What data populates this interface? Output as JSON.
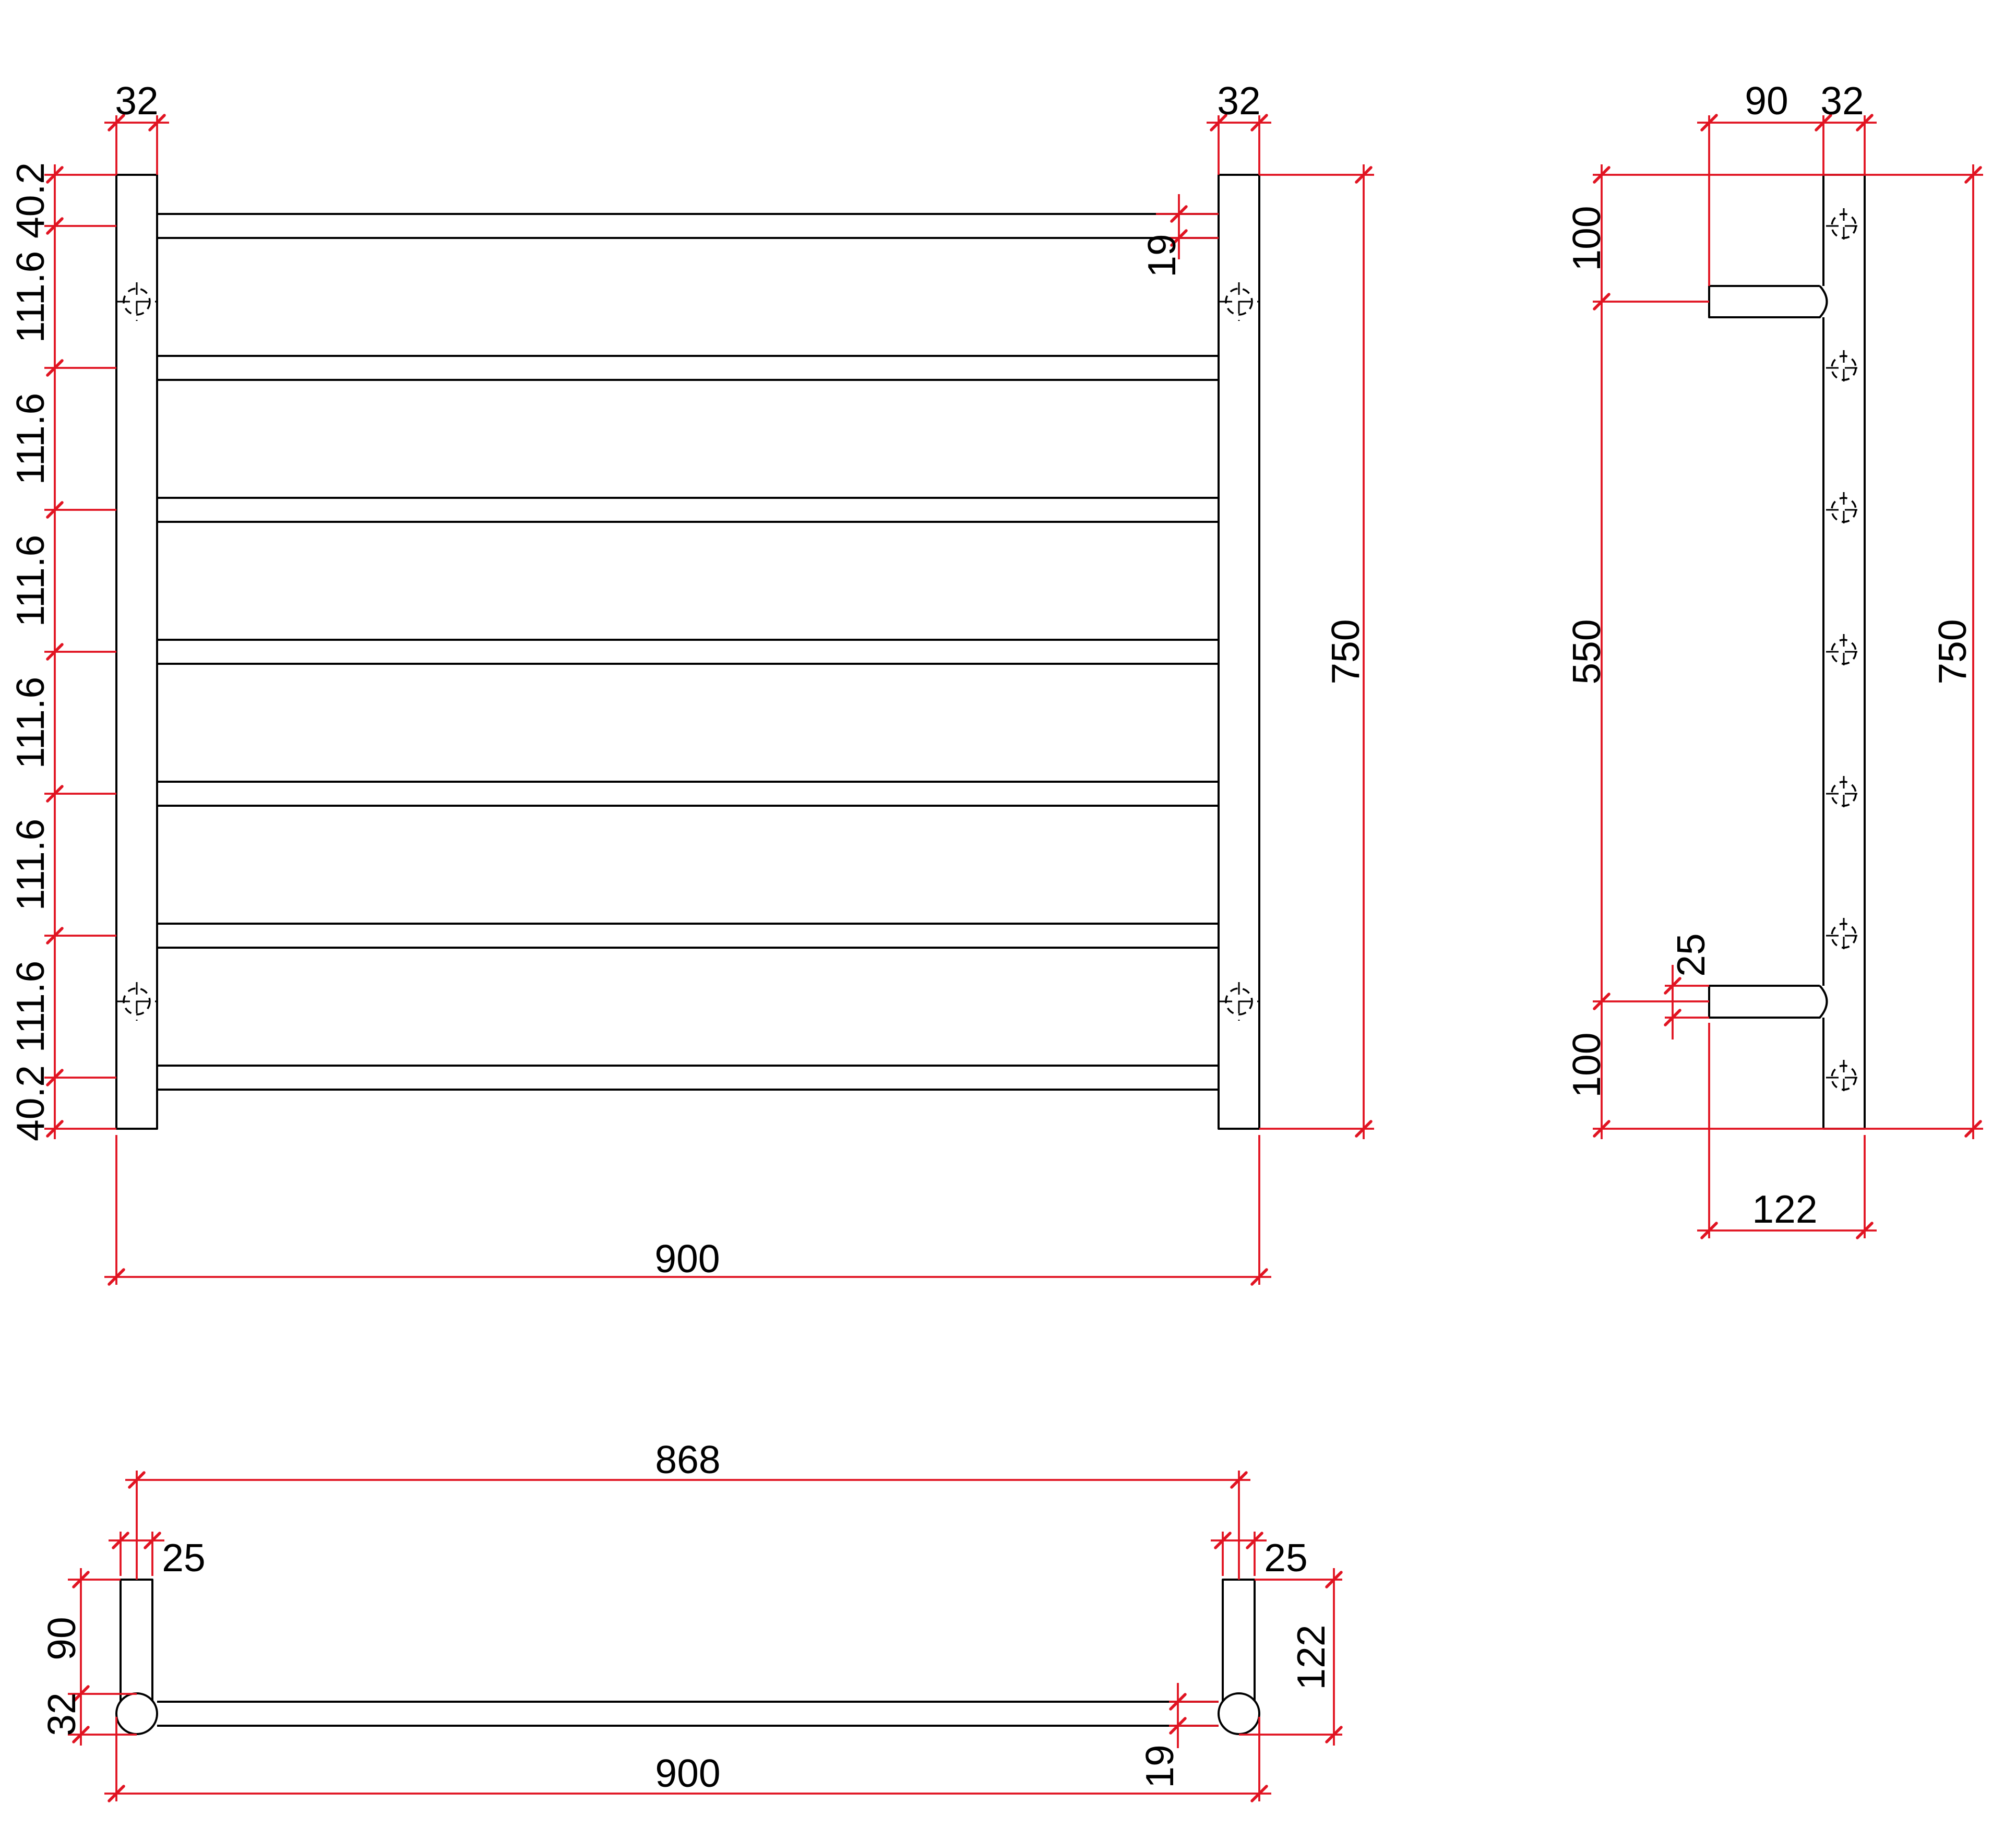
{
  "drawing": {
    "kind": "towel-ladder-dimension-drawing",
    "colors": {
      "dimension_line": "#e11422",
      "outline": "#000000",
      "background": "#ffffff"
    },
    "front_view": {
      "post_width_left": "32",
      "post_width_right": "32",
      "spacing_chain": [
        "40.2",
        "111.6",
        "111.6",
        "111.6",
        "111.6",
        "111.6",
        "111.6",
        "40.2"
      ],
      "bar_thickness": "19",
      "overall_height": "750",
      "overall_width": "900"
    },
    "side_view": {
      "bracket_length": "90",
      "post_width": "32",
      "top_mount_offset": "100",
      "mount_spacing": "550",
      "bottom_mount_offset": "100",
      "bracket_thickness": "25",
      "overall_height": "750",
      "wall_depth": "122"
    },
    "bottom_view": {
      "mount_centres": "868",
      "bracket_thickness_left": "25",
      "bracket_thickness_right": "25",
      "bracket_length": "90",
      "post_diameter": "32",
      "bar_thickness": "19",
      "wall_depth": "122",
      "overall_width": "900"
    }
  }
}
